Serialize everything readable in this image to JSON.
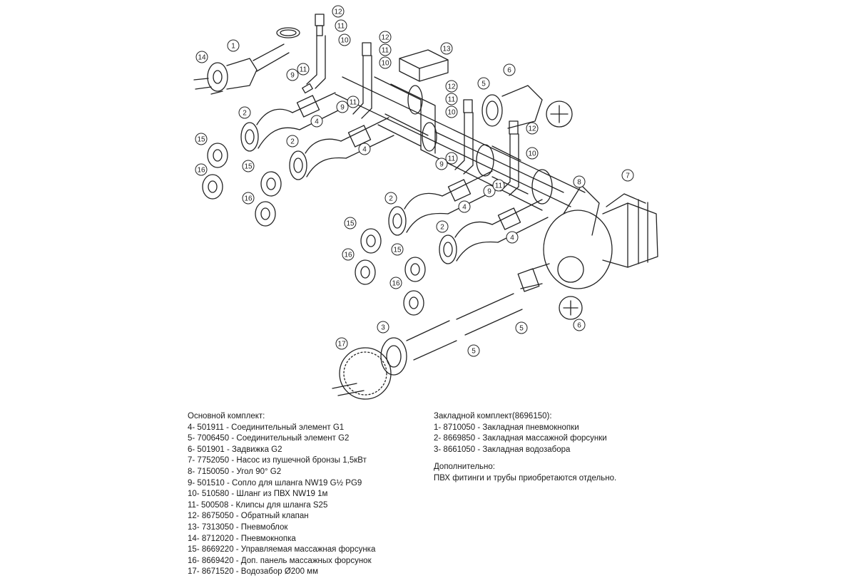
{
  "callouts": [
    "14",
    "1",
    "12",
    "11",
    "10",
    "12",
    "11",
    "10",
    "13",
    "9",
    "11",
    "5",
    "6",
    "12",
    "11",
    "10",
    "2",
    "9",
    "11",
    "4",
    "12",
    "15",
    "2",
    "4",
    "10",
    "16",
    "15",
    "16",
    "9",
    "11",
    "9",
    "11",
    "2",
    "4",
    "8",
    "7",
    "15",
    "2",
    "4",
    "16",
    "15",
    "16",
    "5",
    "6",
    "17",
    "3",
    "5"
  ],
  "main_kit": {
    "title": "Основной комплект:",
    "items": [
      "4- 501911 - Соединительный элемент G1",
      "5- 7006450 - Соединительный элемент G2",
      "6- 501901 - Задвижка G2",
      "7- 7752050 - Насос из пушечной бронзы 1,5кВт",
      "8- 7150050 - Угол 90° G2",
      "9- 501510 - Сопло для шланга NW19 G½ PG9",
      "10- 510580 - Шланг из ПВХ NW19 1м",
      "11- 500508 - Клипсы для шланга S25",
      "12- 8675050 - Обратный клапан",
      "13- 7313050 - Пневмоблок",
      "14- 8712020 - Пневмокнопка",
      "15- 8669220 - Управляемая массажная форсунка",
      "16- 8669420 - Доп. панель массажных форсунок",
      "17- 8671520 - Водозабор Ø200 мм"
    ]
  },
  "embed_kit": {
    "title": "Закладной комплект(8696150):",
    "items": [
      "1- 8710050 - Закладная пневмокнопки",
      "2- 8669850 - Закладная массажной форсунки",
      "3- 8661050 - Закладная водозабора"
    ]
  },
  "extra": {
    "title": "Дополнительно:",
    "text": "ПВХ фитинги и трубы приобретаются отдельно."
  }
}
